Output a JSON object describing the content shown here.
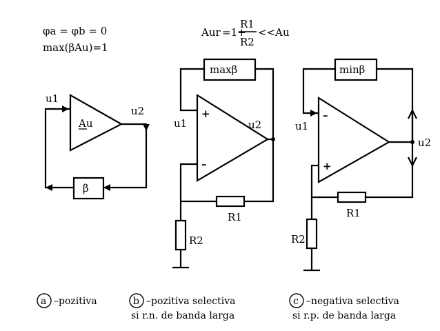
{
  "top_formula": {
    "phase_line": "φa = φb = 0",
    "gain_line": "max(βAu)=1"
  },
  "gain_formula": {
    "lhs": "Aur",
    "eq": "=1+",
    "num": "R1",
    "den": "R2",
    "rhs": "<<Au"
  },
  "circuit_a": {
    "amp_label": "Au",
    "input_label": "u1",
    "output_label": "u2",
    "feedback_label": "β",
    "caption_letter": "a",
    "caption_text": "–pozitiva"
  },
  "circuit_b": {
    "feedback_label": "maxβ",
    "plus_sign": "+",
    "minus_sign": "–",
    "input_label": "u1",
    "output_label": "u2",
    "r1_label": "R1",
    "r2_label": "R2",
    "caption_letter": "b",
    "caption_line1": "–pozitiva  selectiva",
    "caption_line2": "si r.n. de banda larga"
  },
  "circuit_c": {
    "feedback_label": "minβ",
    "plus_sign": "+",
    "minus_sign": "–",
    "input_label": "u1",
    "output_label": "u2",
    "r1_label": "R1",
    "r2_label": "R2",
    "caption_letter": "c",
    "caption_line1": "–negativa  selectiva",
    "caption_line2": "si r.p. de banda larga"
  }
}
